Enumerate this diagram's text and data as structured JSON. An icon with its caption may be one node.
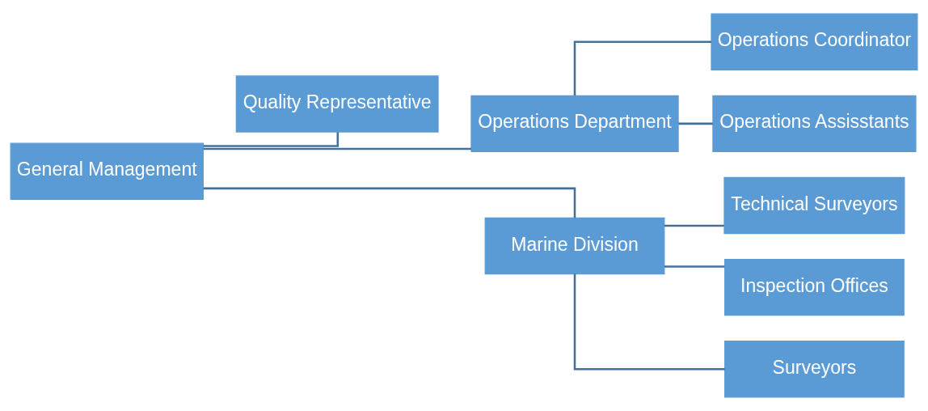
{
  "diagram": {
    "nodes": [
      {
        "text": [
          "General Management"
        ]
      },
      {
        "text": [
          "Quality Representative"
        ]
      },
      {
        "text": [
          "Operations Department"
        ]
      },
      {
        "text": [
          "Marine Division"
        ]
      },
      {
        "text": [
          "Operations Coordinator"
        ]
      },
      {
        "text": [
          "Operations Assisstants"
        ]
      },
      {
        "text": [
          "Technical Surveyors"
        ]
      },
      {
        "text": [
          "Inspection Offices"
        ]
      },
      {
        "text": [
          "Surveyors"
        ]
      }
    ],
    "edges": [
      {
        "from": 0,
        "to": 1,
        "arrow": "none"
      },
      {
        "from": 0,
        "to": 2,
        "arrow": "none"
      },
      {
        "from": 0,
        "to": 3,
        "arrow": "none"
      },
      {
        "from": 2,
        "to": 4,
        "arrow": "none"
      },
      {
        "from": 2,
        "to": 5,
        "arrow": "none"
      },
      {
        "from": 3,
        "to": 6,
        "arrow": "none"
      },
      {
        "from": 3,
        "to": 7,
        "arrow": "none"
      },
      {
        "from": 3,
        "to": 8,
        "arrow": "none"
      }
    ]
  }
}
